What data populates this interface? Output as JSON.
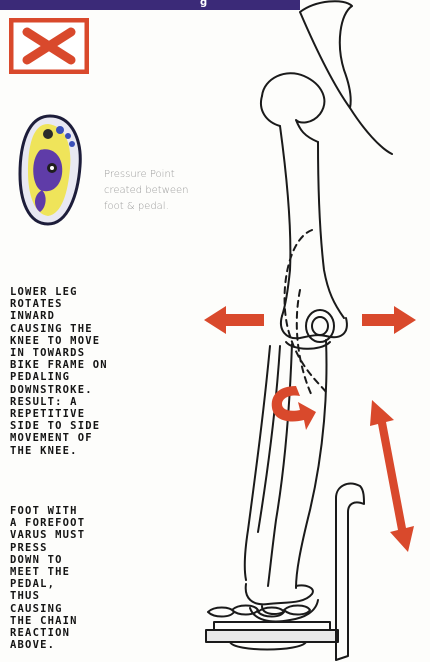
{
  "header": {
    "title_fragment": "g"
  },
  "badge": {
    "icon": "x-icon",
    "color": "#d9492c"
  },
  "foot_icon": {
    "icon": "foot-pressure-icon"
  },
  "pressure_note": {
    "lines": [
      "Pressure Point",
      "created between",
      "foot & pedal."
    ]
  },
  "lower_leg_text": {
    "lines": [
      "LOWER LEG",
      "ROTATES",
      "INWARD",
      "CAUSING THE",
      "KNEE TO MOVE",
      "IN TOWARDS",
      "BIKE FRAME ON",
      "PEDALING",
      "DOWNSTROKE.",
      "RESULT: A",
      "REPETITIVE",
      "SIDE TO SIDE",
      "MOVEMENT OF",
      "THE KNEE."
    ]
  },
  "forefoot_text": {
    "lines": [
      "FOOT WITH",
      "A FOREFOOT",
      "VARUS MUST",
      "PRESS",
      "DOWN TO",
      "MEET THE",
      "PEDAL,",
      "THUS",
      "CAUSING",
      "THE CHAIN",
      "REACTION",
      "ABOVE."
    ]
  },
  "colors": {
    "accent_red": "#d9492c",
    "band_purple": "#3b2a78",
    "bone_line": "#1a1a1a"
  }
}
